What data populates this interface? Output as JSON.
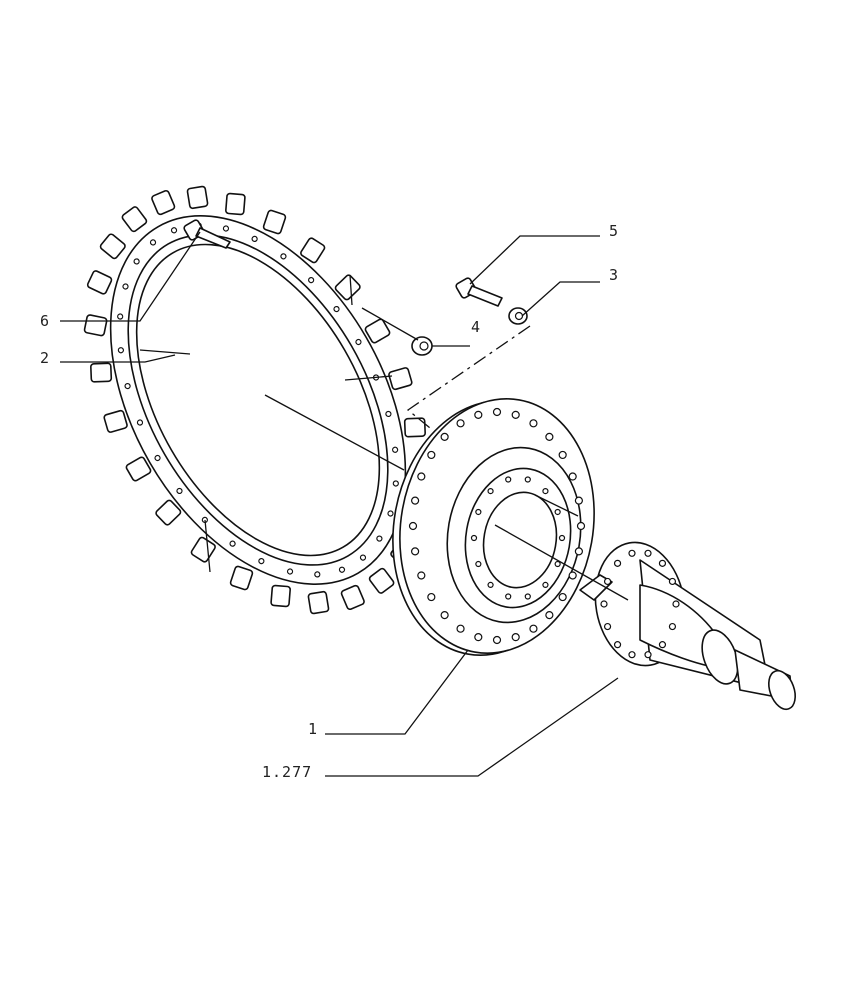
{
  "labels": {
    "item_1": "1",
    "item_2": "2",
    "item_3": "3",
    "item_4": "4",
    "item_5": "5",
    "item_6": "6",
    "item_1277": "1.277"
  },
  "colors": {
    "line": "#111111",
    "background": "#ffffff"
  },
  "icons": [
    "sprocket-segment-icon",
    "hub-icon",
    "shaft-icon",
    "bolt-icon",
    "nut-icon",
    "washer-icon"
  ]
}
